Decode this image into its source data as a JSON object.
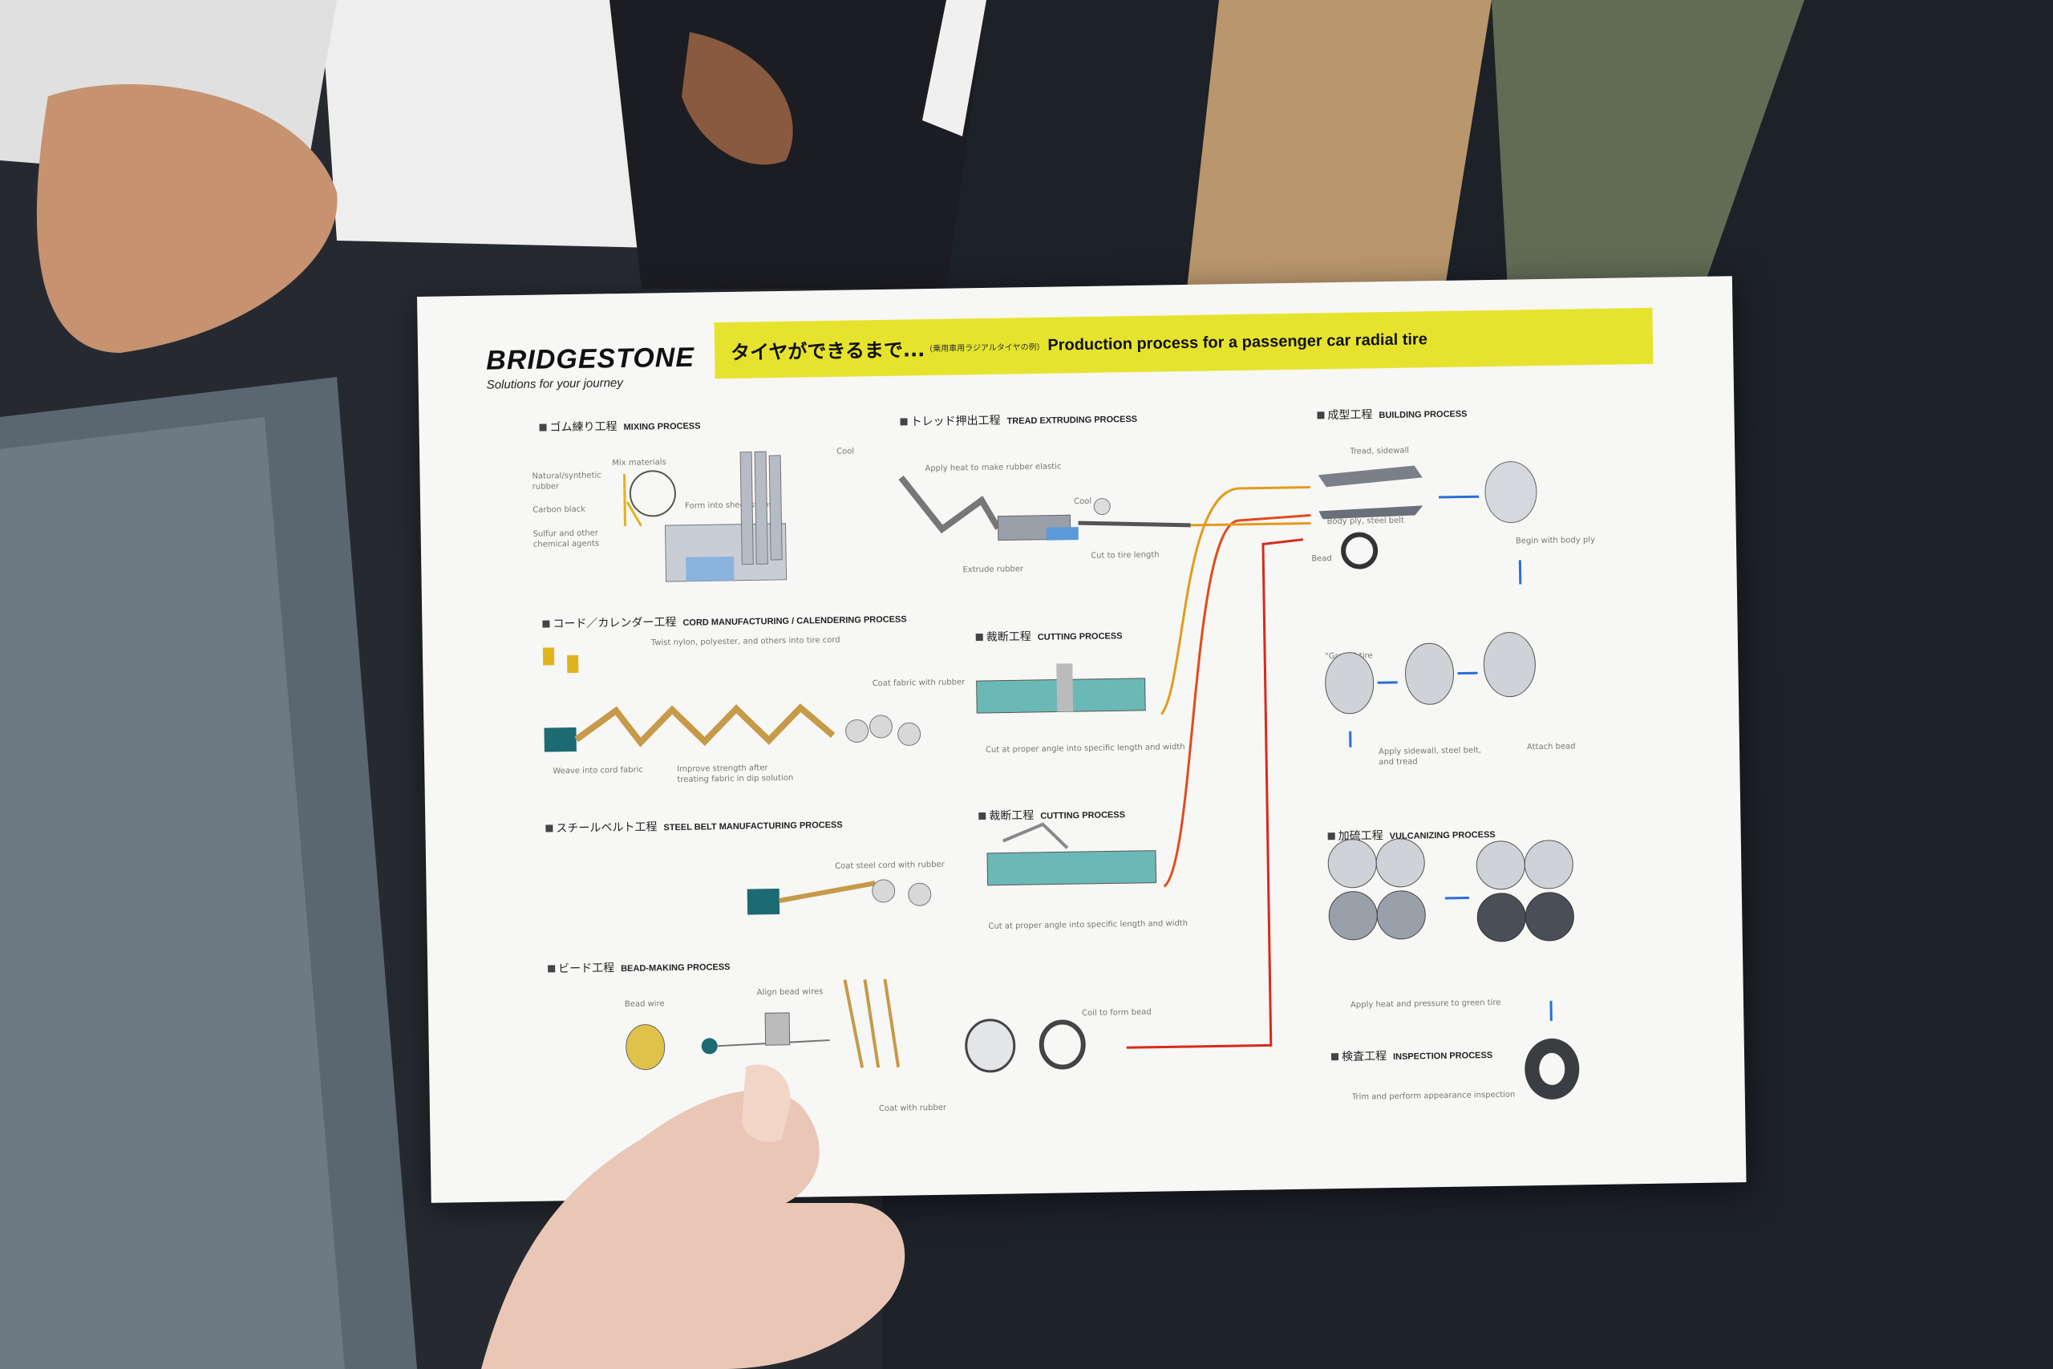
{
  "brand": {
    "logo_text": "BRIDGESTONE",
    "tagline": "Solutions for your journey",
    "accent_color": "#d2161e"
  },
  "banner": {
    "title_jp": "タイヤができるまで...",
    "subtitle_jp": "(乗用車用ラジアルタイヤの例)",
    "title_en": "Production process for a passenger car radial tire",
    "color": "#e6e32e"
  },
  "sections": {
    "mixing": {
      "jp": "ゴム練り工程",
      "en": "MIXING PROCESS"
    },
    "tread": {
      "jp": "トレッド押出工程",
      "en": "TREAD EXTRUDING PROCESS"
    },
    "building": {
      "jp": "成型工程",
      "en": "BUILDING PROCESS"
    },
    "cord": {
      "jp": "コード／カレンダー工程",
      "en": "CORD MANUFACTURING / CALENDERING PROCESS"
    },
    "cutting1": {
      "jp": "裁断工程",
      "en": "CUTTING PROCESS"
    },
    "steel": {
      "jp": "スチールベルト工程",
      "en": "STEEL BELT MANUFACTURING PROCESS"
    },
    "cutting2": {
      "jp": "裁断工程",
      "en": "CUTTING PROCESS"
    },
    "vulcanizing": {
      "jp": "加硫工程",
      "en": "VULCANIZING PROCESS"
    },
    "bead": {
      "jp": "ビード工程",
      "en": "BEAD-MAKING PROCESS"
    },
    "inspection": {
      "jp": "検査工程",
      "en": "INSPECTION PROCESS"
    }
  },
  "captions": {
    "mix_materials": "Mix materials",
    "natural_rubber": "Natural/synthetic rubber",
    "carbon_black": "Carbon black",
    "sulfur": "Sulfur and other chemical agents",
    "sheet_strips": "Form into sheet strips",
    "cool": "Cool",
    "apply_heat": "Apply heat to make rubber elastic",
    "extrude_rubber": "Extrude rubber",
    "cut_tire_length": "Cut to tire length",
    "tread_sidewall": "Tread, sidewall",
    "body_ply": "Body ply, steel belt",
    "bead": "Bead",
    "begin_body_ply": "Begin with body ply",
    "green_tire": "\"Green\" tire",
    "apply_sidewall": "Apply sidewall, steel belt, and tread",
    "attach_bead": "Attach bead",
    "twist_nylon": "Twist nylon, polyester, and others into tire cord",
    "coat_fabric": "Coat fabric with rubber",
    "weave_cord": "Weave into cord fabric",
    "improve_strength": "Improve strength after treating fabric in dip solution",
    "cut_angle": "Cut at proper angle into specific length and width",
    "coat_steel": "Coat steel cord with rubber",
    "bead_wire": "Bead wire",
    "align_bead": "Align bead wires",
    "coat_with_rubber": "Coat with rubber",
    "coil_bead": "Coil to form bead",
    "apply_heat_pressure": "Apply heat and pressure to green tire",
    "trim_inspect": "Trim and perform appearance inspection"
  }
}
